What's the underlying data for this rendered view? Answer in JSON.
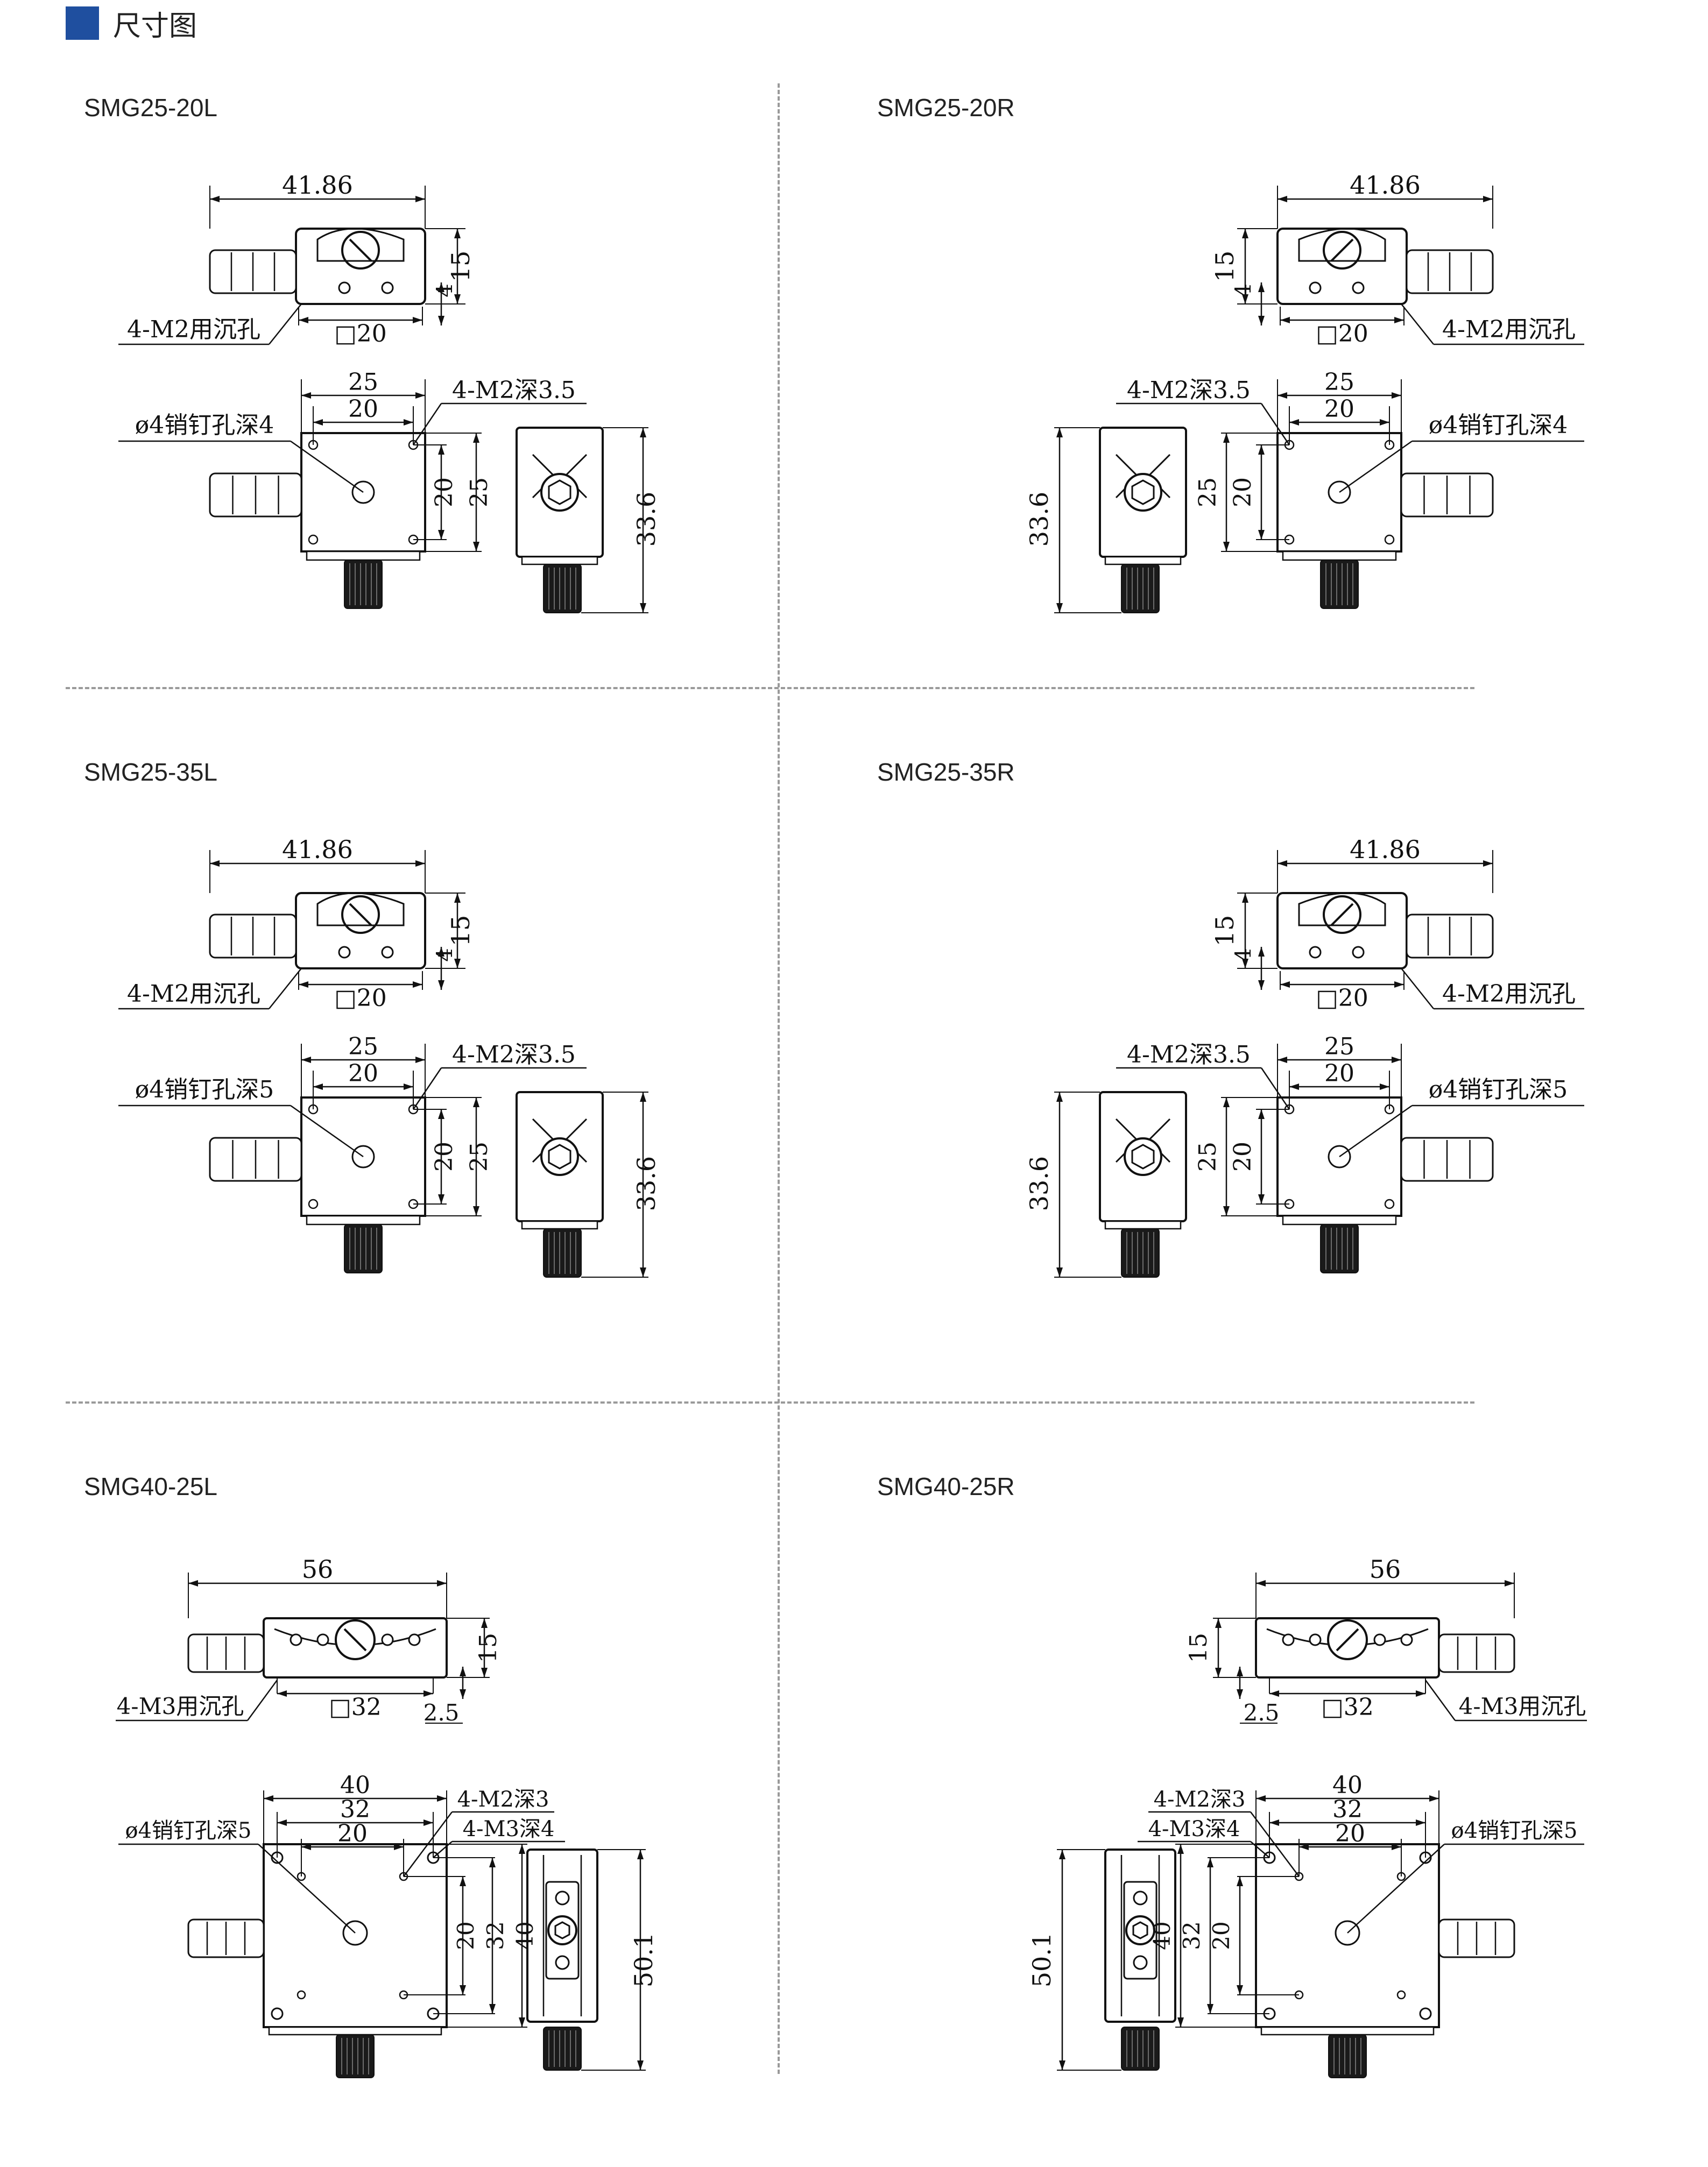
{
  "header": {
    "title": "尺寸图",
    "accent_color": "#1f4f9f"
  },
  "cells": [
    {
      "model": "SMG25-20L",
      "dir": "L",
      "size": "small",
      "w_top": "41.86",
      "h_top": "15",
      "small_dim": "4",
      "counterbore": "4-M2用沉孔",
      "sq": "□20",
      "w1": "25",
      "w2": "20",
      "tap": "4-M2深3.5",
      "pin": "ø4销钉孔深4",
      "v1": "20",
      "v2": "25",
      "side_h": "33.6"
    },
    {
      "model": "SMG25-20R",
      "dir": "R",
      "size": "small",
      "w_top": "41.86",
      "h_top": "15",
      "small_dim": "4",
      "counterbore": "4-M2用沉孔",
      "sq": "□20",
      "w1": "25",
      "w2": "20",
      "tap": "4-M2深3.5",
      "pin": "ø4销钉孔深4",
      "v1": "20",
      "v2": "25",
      "side_h": "33.6"
    },
    {
      "model": "SMG25-35L",
      "dir": "L",
      "size": "small",
      "w_top": "41.86",
      "h_top": "15",
      "small_dim": "4",
      "counterbore": "4-M2用沉孔",
      "sq": "□20",
      "w1": "25",
      "w2": "20",
      "tap": "4-M2深3.5",
      "pin": "ø4销钉孔深5",
      "v1": "20",
      "v2": "25",
      "side_h": "33.6"
    },
    {
      "model": "SMG25-35R",
      "dir": "R",
      "size": "small",
      "w_top": "41.86",
      "h_top": "15",
      "small_dim": "4",
      "counterbore": "4-M2用沉孔",
      "sq": "□20",
      "w1": "25",
      "w2": "20",
      "tap": "4-M2深3.5",
      "pin": "ø4销钉孔深5",
      "v1": "20",
      "v2": "25",
      "side_h": "33.6"
    },
    {
      "model": "SMG40-25L",
      "dir": "L",
      "size": "large",
      "w_top": "56",
      "h_top": "15",
      "small_dim": "2.5",
      "counterbore": "4-M3用沉孔",
      "sq": "□32",
      "w1": "40",
      "w2": "32",
      "w3": "20",
      "tap": "4-M2深3",
      "tap2": "4-M3深4",
      "pin": "ø4销钉孔深5",
      "v1": "20",
      "v2": "32",
      "v3": "40",
      "side_h": "50.1"
    },
    {
      "model": "SMG40-25R",
      "dir": "R",
      "size": "large",
      "w_top": "56",
      "h_top": "15",
      "small_dim": "2.5",
      "counterbore": "4-M3用沉孔",
      "sq": "□32",
      "w1": "40",
      "w2": "32",
      "w3": "20",
      "tap": "4-M2深3",
      "tap2": "4-M3深4",
      "pin": "ø4销钉孔深5",
      "v1": "20",
      "v2": "32",
      "v3": "40",
      "side_h": "50.1"
    }
  ]
}
